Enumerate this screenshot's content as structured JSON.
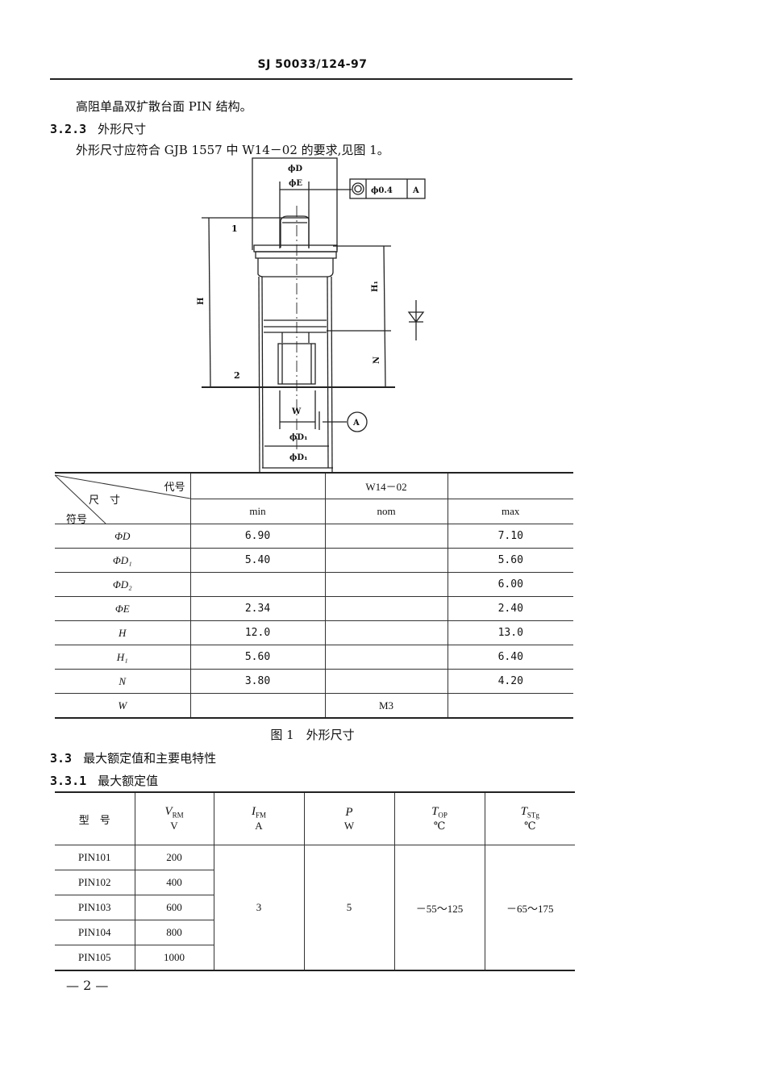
{
  "header": {
    "doc_code": "SJ 50033/124-97"
  },
  "body": {
    "para1": "高阻单晶双扩散台面 PIN 结构。",
    "sec_323": {
      "num": "3.2.3",
      "title": "外形尺寸"
    },
    "para2": "外形尺寸应符合 GJB 1557 中 W14－02 的要求,见图 1。"
  },
  "drawing": {
    "labels": {
      "phiD": "ϕD",
      "phiE": "ϕE",
      "tolerance_value": "ϕ0.4",
      "datum": "A",
      "datum_circle": "A",
      "plane1": "1",
      "plane2": "2",
      "H": "H",
      "H1": "H₁",
      "N": "N",
      "W": "W",
      "phiD1_inner": "ϕD₁",
      "phiD1_outer": "ϕD₁"
    },
    "symbols": [
      "concentricity-icon",
      "diode-icon"
    ]
  },
  "dim_table": {
    "corner": {
      "top_right": "代号",
      "middle": "尺　寸",
      "bottom_left": "符号"
    },
    "package": "W14－02",
    "columns": [
      "min",
      "nom",
      "max"
    ],
    "rows": [
      {
        "sym": "ΦD",
        "min": "6.90",
        "nom": "",
        "max": "7.10"
      },
      {
        "sym": "ΦD₁",
        "min": "5.40",
        "nom": "",
        "max": "5.60"
      },
      {
        "sym": "ΦD₂",
        "min": "",
        "nom": "",
        "max": "6.00"
      },
      {
        "sym": "ΦE",
        "min": "2.34",
        "nom": "",
        "max": "2.40"
      },
      {
        "sym": "H",
        "min": "12.0",
        "nom": "",
        "max": "13.0"
      },
      {
        "sym": "H₁",
        "min": "5.60",
        "nom": "",
        "max": "6.40"
      },
      {
        "sym": "N",
        "min": "3.80",
        "nom": "",
        "max": "4.20"
      },
      {
        "sym": "W",
        "min": "",
        "nom": "M3",
        "max": ""
      }
    ]
  },
  "figure_caption": "图 1　外形尺寸",
  "sec_33": {
    "num": "3.3",
    "title": "最大额定值和主要电特性"
  },
  "sec_331": {
    "num": "3.3.1",
    "title": "最大额定值"
  },
  "ratings_table": {
    "headers": [
      {
        "label": "型　号"
      },
      {
        "sym": "V",
        "sub": "RM",
        "unit": "V"
      },
      {
        "sym": "I",
        "sub": "FM",
        "unit": "A"
      },
      {
        "sym": "P",
        "sub": "",
        "unit": "W"
      },
      {
        "sym": "T",
        "sub": "OP",
        "unit": "℃"
      },
      {
        "sym": "T",
        "sub": "STg",
        "unit": "℃"
      }
    ],
    "rows": [
      {
        "model": "PIN101",
        "vrm": "200"
      },
      {
        "model": "PIN102",
        "vrm": "400"
      },
      {
        "model": "PIN103",
        "vrm": "600"
      },
      {
        "model": "PIN104",
        "vrm": "800"
      },
      {
        "model": "PIN105",
        "vrm": "1000"
      }
    ],
    "shared": {
      "ifm": "3",
      "p": "5",
      "top": "－55～125",
      "tstg": "－65～175"
    }
  },
  "page_number": "— 2 —"
}
